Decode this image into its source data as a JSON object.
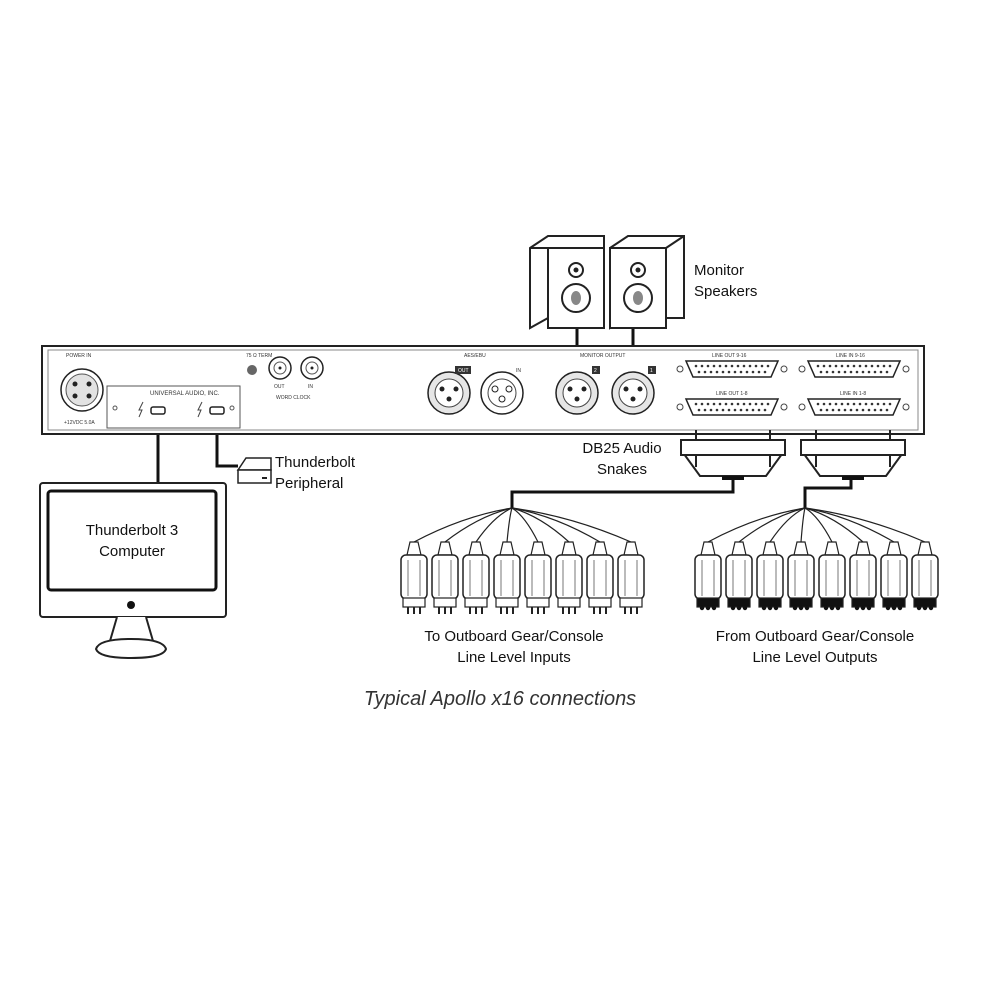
{
  "labels": {
    "monitor_speakers": [
      "Monitor",
      "Speakers"
    ],
    "thunderbolt_peripheral": [
      "Thunderbolt",
      "Peripheral"
    ],
    "thunderbolt_computer": [
      "Thunderbolt 3",
      "Computer"
    ],
    "db25_snakes": [
      "DB25 Audio",
      "Snakes"
    ],
    "outboard_inputs": [
      "To Outboard Gear/Console",
      "Line Level Inputs"
    ],
    "outboard_outputs": [
      "From Outboard Gear/Console",
      "Line Level Outputs"
    ]
  },
  "panel": {
    "power_in": "POWER IN",
    "power_spec": "+12VDC 5.0A",
    "maker": "UNIVERSAL AUDIO, INC.",
    "term": "75 Ω TERM",
    "wc_out": "OUT",
    "wc_in": "IN",
    "word_clock": "WORD CLOCK",
    "aes_ebu": "AES/EBU",
    "aes_out": "OUT",
    "aes_in": "IN",
    "monitor_output": "MONITOR OUTPUT",
    "mon_2": "2",
    "mon_1": "1",
    "line_out_9_16": "LINE OUT 9-16",
    "line_in_9_16": "LINE IN 9-16",
    "line_out_1_8": "LINE OUT 1-8",
    "line_in_1_8": "LINE IN 1-8"
  },
  "caption": "Typical Apollo x16 connections"
}
